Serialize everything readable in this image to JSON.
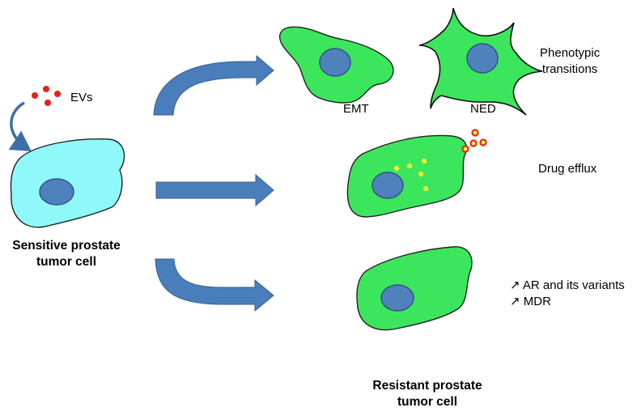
{
  "labels": {
    "evs": "EVs",
    "sensitive_line1": "Sensitive prostate",
    "sensitive_line2": "tumor cell",
    "emt": "EMT",
    "ned": "NED",
    "phenotypic_line1": "Phenotypic",
    "phenotypic_line2": "transitions",
    "drug_efflux": "Drug efflux",
    "ar_line": "↗ AR and its variants",
    "mdr_line": "↗ MDR",
    "resistant_line1": "Resistant prostate",
    "resistant_line2": "tumor cell"
  },
  "colors": {
    "sensitive_cell": "#8ff8f8",
    "resistant_cell": "#3ce65c",
    "nucleus": "#4f81bd",
    "arrow": "#4a7ebb",
    "ev_dot": "#e8201c",
    "drug_dot": "#ffff33"
  }
}
